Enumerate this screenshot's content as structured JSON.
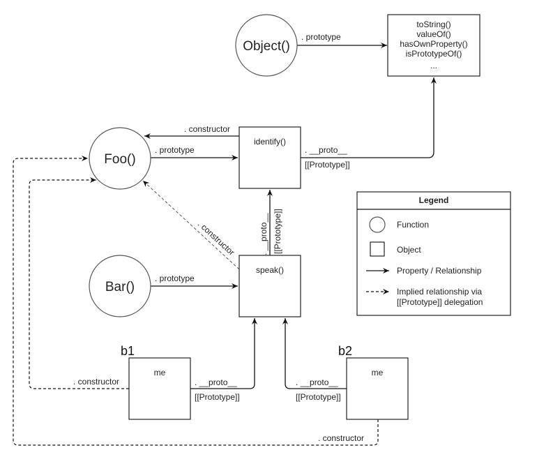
{
  "nodes": {
    "object_fn": {
      "label": "Object()",
      "kind": "function"
    },
    "object_proto": {
      "kind": "object",
      "lines": [
        "toString()",
        "valueOf()",
        "hasOwnProperty()",
        "isPrototypeOf()",
        "..."
      ]
    },
    "foo_fn": {
      "label": "Foo()",
      "kind": "function"
    },
    "foo_proto": {
      "kind": "object",
      "label": "identify()"
    },
    "bar_fn": {
      "label": "Bar()",
      "kind": "function"
    },
    "bar_proto": {
      "kind": "object",
      "label": "speak()"
    },
    "b1": {
      "name": "b1",
      "kind": "object",
      "label": "me"
    },
    "b2": {
      "name": "b2",
      "kind": "object",
      "label": "me"
    }
  },
  "edges": {
    "object_prototype": ". prototype",
    "foo_constructor": ". constructor",
    "foo_prototype": ". prototype",
    "identify_proto": ". __proto__",
    "identify_proto_sub": "[[Prototype]]",
    "speak_constructor": ". constructor",
    "speak_proto": ". __proto__",
    "speak_proto_sub": "[[Prototype]]",
    "bar_prototype": ". prototype",
    "b1_constructor": ". constructor",
    "b1_proto": ". __proto__",
    "b1_proto_sub": "[[Prototype]]",
    "b2_proto": ". __proto__",
    "b2_proto_sub": "[[Prototype]]",
    "b2_constructor": ". constructor"
  },
  "legend": {
    "title": "Legend",
    "items": [
      {
        "icon": "circle",
        "label": "Function"
      },
      {
        "icon": "square",
        "label": "Object"
      },
      {
        "icon": "solid-arrow",
        "label": "Property / Relationship"
      },
      {
        "icon": "dashed-arrow",
        "label_line1": "Implied relationship via",
        "label_line2": "[[Prototype]] delegation"
      }
    ]
  }
}
